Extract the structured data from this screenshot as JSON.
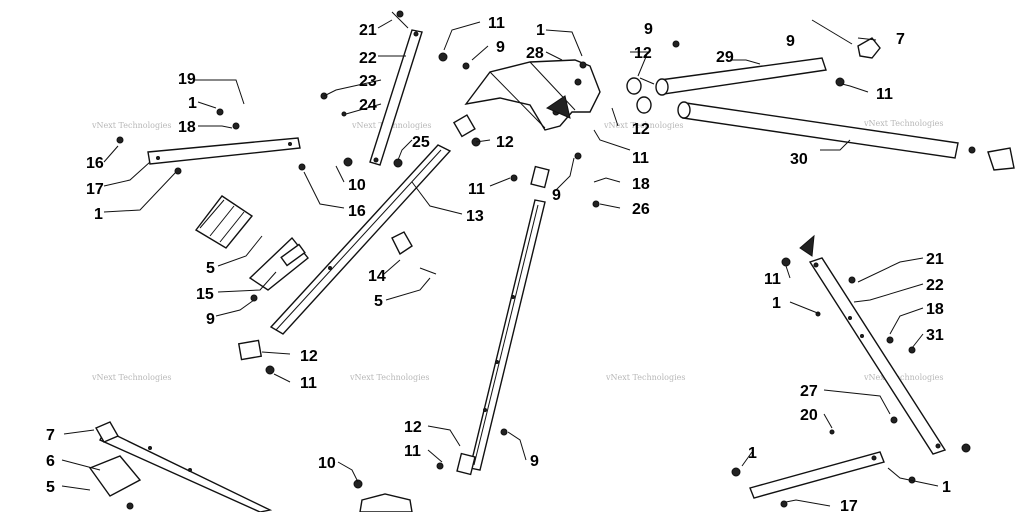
{
  "watermark": "vNext Technologies",
  "callouts": [
    {
      "id": "c1",
      "text": "21"
    },
    {
      "id": "c2",
      "text": "22"
    },
    {
      "id": "c3",
      "text": "23"
    },
    {
      "id": "c4",
      "text": "24"
    },
    {
      "id": "c5",
      "text": "11"
    },
    {
      "id": "c6",
      "text": "9"
    },
    {
      "id": "c7",
      "text": "25"
    },
    {
      "id": "c8",
      "text": "1"
    },
    {
      "id": "c9",
      "text": "28"
    },
    {
      "id": "c10",
      "text": "12"
    },
    {
      "id": "c11",
      "text": "12"
    },
    {
      "id": "c12",
      "text": "9"
    },
    {
      "id": "c13",
      "text": "29"
    },
    {
      "id": "c14",
      "text": "9"
    },
    {
      "id": "c15",
      "text": "7"
    },
    {
      "id": "c16",
      "text": "11"
    },
    {
      "id": "c17",
      "text": "12"
    },
    {
      "id": "c18",
      "text": "11"
    },
    {
      "id": "c19",
      "text": "30"
    },
    {
      "id": "c20",
      "text": "19"
    },
    {
      "id": "c21",
      "text": "1"
    },
    {
      "id": "c22",
      "text": "18"
    },
    {
      "id": "c23",
      "text": "16"
    },
    {
      "id": "c24",
      "text": "17"
    },
    {
      "id": "c25",
      "text": "1"
    },
    {
      "id": "c26",
      "text": "10"
    },
    {
      "id": "c27",
      "text": "16"
    },
    {
      "id": "c28",
      "text": "11"
    },
    {
      "id": "c29",
      "text": "9"
    },
    {
      "id": "c30",
      "text": "18"
    },
    {
      "id": "c31",
      "text": "26"
    },
    {
      "id": "c32",
      "text": "13"
    },
    {
      "id": "c33",
      "text": "5"
    },
    {
      "id": "c34",
      "text": "15"
    },
    {
      "id": "c35",
      "text": "9"
    },
    {
      "id": "c36",
      "text": "14"
    },
    {
      "id": "c37",
      "text": "5"
    },
    {
      "id": "c38",
      "text": "12"
    },
    {
      "id": "c39",
      "text": "11"
    },
    {
      "id": "c40",
      "text": "21"
    },
    {
      "id": "c41",
      "text": "11"
    },
    {
      "id": "c42",
      "text": "22"
    },
    {
      "id": "c43",
      "text": "1"
    },
    {
      "id": "c44",
      "text": "18"
    },
    {
      "id": "c45",
      "text": "31"
    },
    {
      "id": "c46",
      "text": "27"
    },
    {
      "id": "c47",
      "text": "20"
    },
    {
      "id": "c48",
      "text": "7"
    },
    {
      "id": "c49",
      "text": "6"
    },
    {
      "id": "c50",
      "text": "5"
    },
    {
      "id": "c51",
      "text": "10"
    },
    {
      "id": "c52",
      "text": "12"
    },
    {
      "id": "c53",
      "text": "11"
    },
    {
      "id": "c54",
      "text": "9"
    },
    {
      "id": "c55",
      "text": "1"
    },
    {
      "id": "c56",
      "text": "1"
    },
    {
      "id": "c57",
      "text": "17"
    }
  ]
}
